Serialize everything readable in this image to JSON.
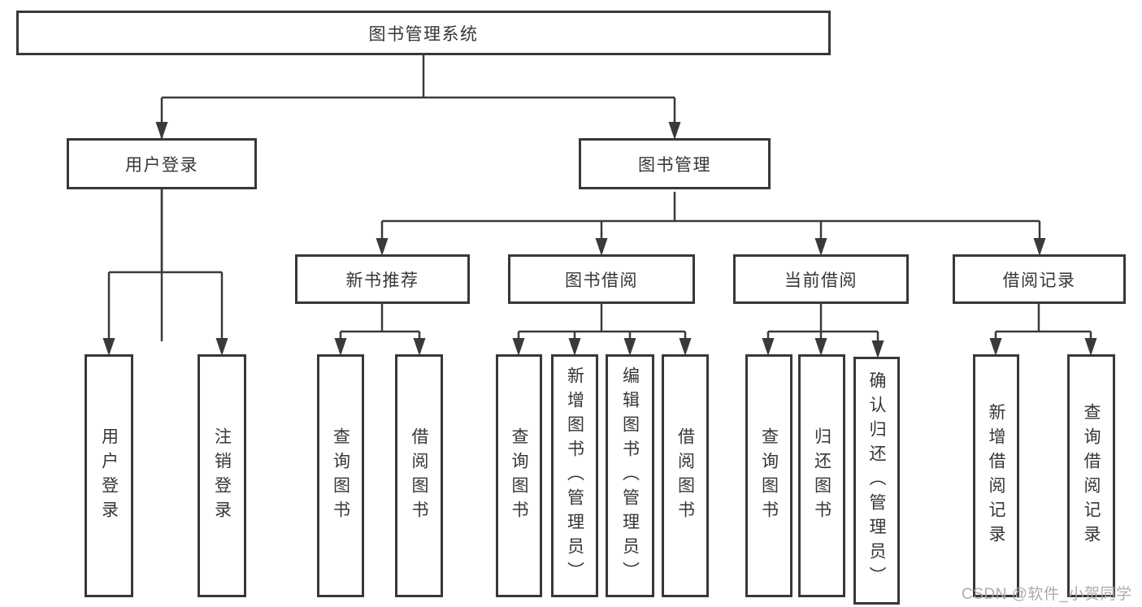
{
  "diagram": {
    "root": {
      "label": "图书管理系统"
    },
    "branches": [
      {
        "label": "用户登录",
        "children": [
          {
            "label": "用户登录"
          },
          {
            "label": "注销登录"
          }
        ]
      },
      {
        "label": "图书管理",
        "groups": [
          {
            "label": "新书推荐",
            "children": [
              {
                "label": "查询图书"
              },
              {
                "label": "借阅图书"
              }
            ]
          },
          {
            "label": "图书借阅",
            "children": [
              {
                "label": "查询图书"
              },
              {
                "label": "新增图书（管理员）"
              },
              {
                "label": "编辑图书（管理员）"
              },
              {
                "label": "借阅图书"
              }
            ]
          },
          {
            "label": "当前借阅",
            "children": [
              {
                "label": "查询图书"
              },
              {
                "label": "归还图书"
              },
              {
                "label": "确认归还（管理员）"
              }
            ]
          },
          {
            "label": "借阅记录",
            "children": [
              {
                "label": "新增借阅记录"
              },
              {
                "label": "查询借阅记录"
              }
            ]
          }
        ]
      }
    ]
  },
  "colors": {
    "line": "#3a3a3a",
    "box_border": "#383838",
    "text": "#36363a",
    "watermark": "#a8a8aa"
  },
  "watermark": {
    "text": "CSDN @软件_小贺同学"
  }
}
